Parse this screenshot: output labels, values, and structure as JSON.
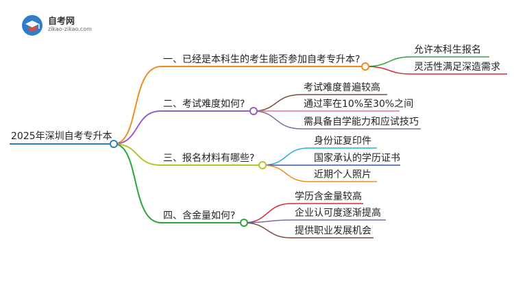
{
  "logo": {
    "title": "自考网",
    "subtitle": "zikao-zikao.com"
  },
  "root": "2025年深圳自考专升本",
  "branches": [
    {
      "label": "一、已经是本科生的考生能否参加自考专升本?",
      "color": "#f08a1e",
      "children": [
        {
          "label": "允许本科生报名",
          "color": "#2aa43a"
        },
        {
          "label": "灵活性满足深造需求",
          "color": "#d72b2b"
        }
      ]
    },
    {
      "label": "二、考试难度如何?",
      "color": "#9a5bc7",
      "children": [
        {
          "label": "考试难度普遍较高",
          "color": "#7a4a3a"
        },
        {
          "label": "通过率在10%至30%之间",
          "color": "#e96fa4"
        },
        {
          "label": "需具备自学能力和应试技巧",
          "color": "#7c6aa3"
        }
      ]
    },
    {
      "label": "三、报名材料有哪些?",
      "color": "#b5c42a",
      "children": [
        {
          "label": "身份证复印件",
          "color": "#1fb5c9"
        },
        {
          "label": "国家承认的学历证书",
          "color": "#3a56b5"
        },
        {
          "label": "近期个人照片",
          "color": "#f08a1e"
        }
      ]
    },
    {
      "label": "四、含金量如何?",
      "color": "#2aa43a",
      "children": [
        {
          "label": "学历含金量较高",
          "color": "#d72b2b"
        },
        {
          "label": "企业认可度逐渐提高",
          "color": "#7c6aa3"
        },
        {
          "label": "提供职业发展机会",
          "color": "#7a4a3a"
        }
      ]
    }
  ],
  "root_color": "#2e7fc0"
}
